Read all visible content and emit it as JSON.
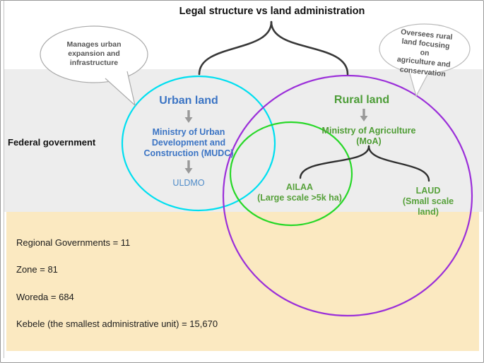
{
  "figure": {
    "title": "Legal structure vs land administration"
  },
  "callouts": {
    "urban": "Manages urban\nexpansion and\ninfrastructure",
    "rural": "Oversees rural\nland focusing on\nagriculture and\nconservation"
  },
  "federal_band": {
    "label": "Federal government"
  },
  "urban_group": {
    "heading": "Urban land",
    "ministry": "Ministry of Urban\nDevelopment and\nConstruction (MUDC)",
    "office": "ULDMO"
  },
  "rural_group": {
    "heading": "Rural land",
    "ministry": "Ministry of Agriculture\n(MoA)",
    "ailaa": "AILAA\n(Large scale >5k ha)",
    "laud": "LAUD\n(Small scale land)"
  },
  "admin_stats": {
    "lines": [
      "Regional Governments = 11",
      "Zone = 81",
      "Woreda = 684",
      "Kebele (the smallest administrative unit) = 15,670"
    ]
  },
  "colors": {
    "urban_circle": "#00dff0",
    "rural_circle": "#9b2fd9",
    "inner_agency_circle": "#28d828",
    "urban_text": "#3b74c4",
    "rural_text": "#4f9d35",
    "federal_band_bg": "#ededed",
    "stats_panel_bg": "#fbe9c1",
    "brace": "#383838",
    "arrow": "#999999"
  }
}
